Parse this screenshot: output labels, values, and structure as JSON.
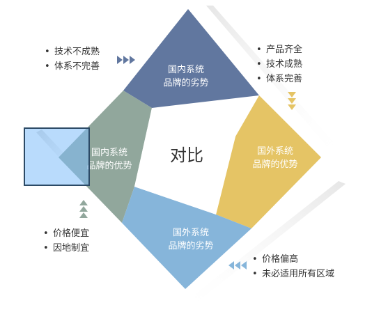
{
  "center": {
    "label": "对比"
  },
  "quadrants": {
    "top": {
      "line1": "国内系统",
      "line2": "品牌的劣势",
      "color": "#61779f"
    },
    "left": {
      "line1": "国内系统",
      "line2": "品牌的优势",
      "color": "#91a79c"
    },
    "right": {
      "line1": "国外系统",
      "line2": "品牌的优势",
      "color": "#e5c465"
    },
    "bottom": {
      "line1": "国外系统",
      "line2": "品牌的劣势",
      "color": "#86b5da"
    }
  },
  "lists": {
    "top_left": {
      "items": [
        "技术不成熟",
        "体系不完善"
      ],
      "arrow_color": "#61779f"
    },
    "top_right": {
      "items": [
        "产品齐全",
        "技术成熟",
        "体系完善"
      ],
      "arrow_color": "#e5c465"
    },
    "bottom_left": {
      "items": [
        "价格便宜",
        "因地制宜"
      ],
      "arrow_color": "#91a79c"
    },
    "bottom_right": {
      "items": [
        "价格偏高",
        "未必适用所有区域"
      ],
      "arrow_color": "#86b5da"
    }
  },
  "selection_box_color": "#2c4a66"
}
